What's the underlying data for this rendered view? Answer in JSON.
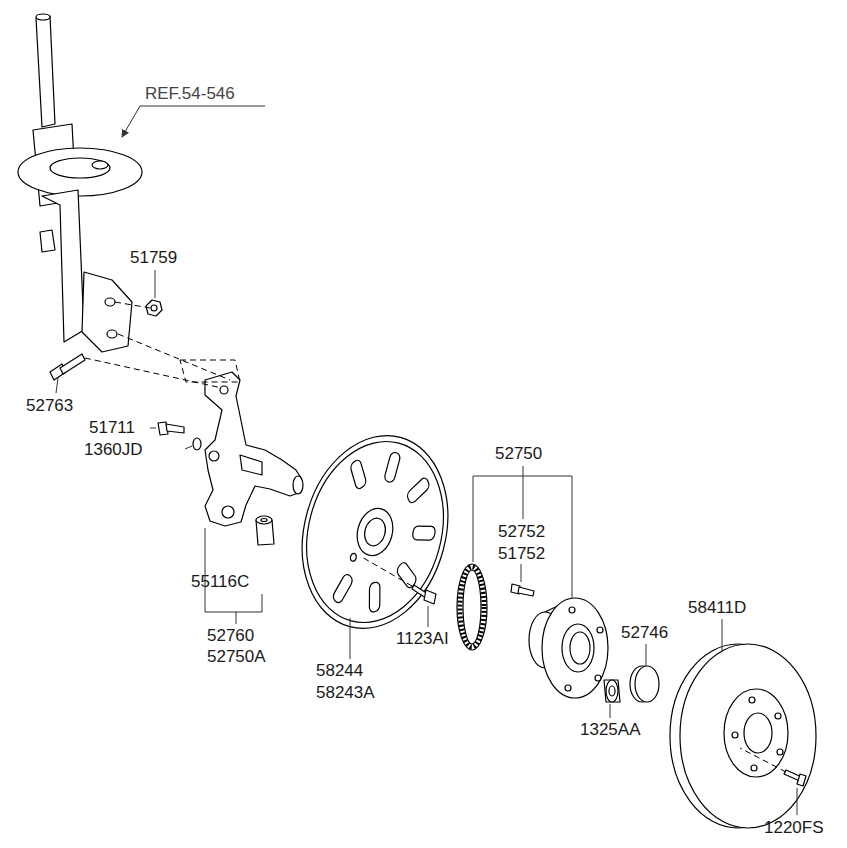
{
  "diagram": {
    "labels": [
      "REF.54-546",
      "51759",
      "52763",
      "51711",
      "1360JD",
      "52750",
      "52752",
      "51752",
      "55116C",
      "1123AI",
      "58411D",
      "52746",
      "52760",
      "52750A",
      "58244",
      "58243A",
      "1325AA",
      "1220FS"
    ]
  }
}
